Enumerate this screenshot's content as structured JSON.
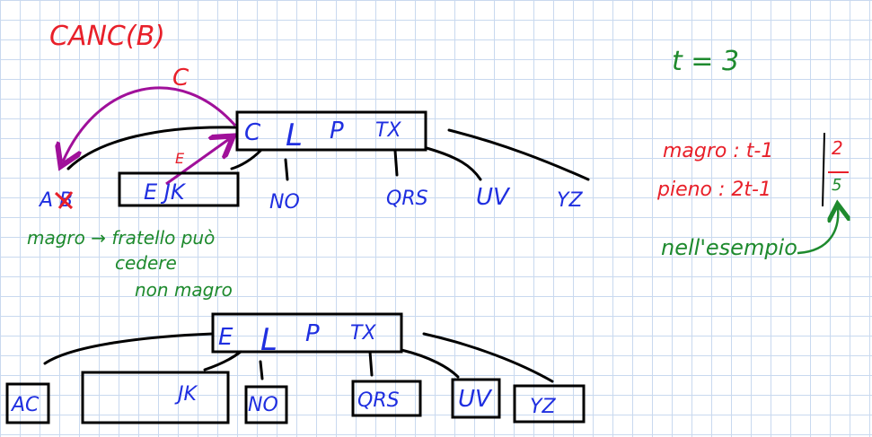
{
  "title": "CANC(B)",
  "arrow_label_top": "C",
  "arrow_label_e": "E",
  "t_value": "t = 3",
  "before": {
    "root_keys": [
      "C",
      "L",
      "P",
      "TX"
    ],
    "children": [
      "A B",
      "E JK",
      "NO",
      "QRS",
      "UV",
      "YZ"
    ]
  },
  "after": {
    "root_keys": [
      "E",
      "L",
      "P",
      "TX"
    ],
    "children": [
      "AC",
      "JK",
      "NO",
      "QRS",
      "UV",
      "YZ"
    ]
  },
  "note_lines": [
    "magro → fratello può",
    "cedere",
    "non magro"
  ],
  "rule_magro": "magro : t-1",
  "rule_pieno": "pieno : 2t-1",
  "rule_magro_value": "2",
  "rule_pieno_value": "5",
  "example_note": "nell'esempio",
  "colors": {
    "red": "#e8202a",
    "blue": "#1f2fe0",
    "green": "#1e8a2e",
    "purple": "#a0109a",
    "black": "#000000"
  }
}
